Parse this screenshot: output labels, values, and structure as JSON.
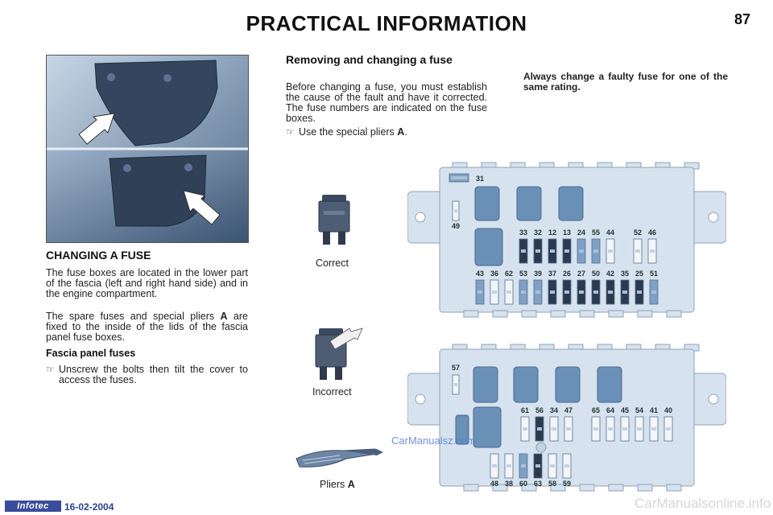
{
  "page": {
    "title": "PRACTICAL INFORMATION",
    "number": "87"
  },
  "changing": {
    "heading": "CHANGING A FUSE",
    "para1": "The fuse boxes are located in the lower part of the fascia (left and right hand side) and in the engine compartment.",
    "para2_main": "The spare fuses and special pliers ",
    "para2_bold": "A",
    "para2_end": " are fixed to the inside of the lids of the fascia panel fuse boxes.",
    "fascia_heading": "Fascia panel fuses",
    "bullet_symbol": "☞",
    "fascia_bullet": "Unscrew the bolts then tilt the cover to access the fuses."
  },
  "removing": {
    "heading": "Removing and changing a fuse",
    "para": "Before changing a fuse, you must establish the cause of the fault and have it corrected. The fuse numbers are indicated on the fuse boxes.",
    "bullet_main": "Use the special pliers ",
    "bullet_bold": "A",
    "bullet_end": "."
  },
  "warning": "Always change a faulty fuse for one of the same rating.",
  "captions": {
    "correct": "Correct",
    "incorrect": "Incorrect",
    "pliers": "Pliers ",
    "pliers_bold": "A"
  },
  "fusebox_upper": {
    "top_label": "31",
    "side_label": "49",
    "row1": [
      "33",
      "32",
      "12",
      "13",
      "24",
      "55",
      "44",
      "52",
      "46"
    ],
    "row2": [
      "43",
      "36",
      "62",
      "53",
      "39",
      "37",
      "26",
      "27",
      "50",
      "42",
      "35",
      "25",
      "51"
    ]
  },
  "fusebox_lower": {
    "side_label": "57",
    "row1": [
      "61",
      "56",
      "34",
      "47",
      "65",
      "64",
      "45",
      "54",
      "41",
      "40"
    ],
    "row2": [
      "48",
      "38",
      "60",
      "63",
      "58",
      "59"
    ]
  },
  "footer": {
    "logo": "Infotec",
    "date": "16-02-2004",
    "watermark": "CarManualsonline.info",
    "mid_watermark": "CarManualsz.com"
  },
  "colors": {
    "fusebox_fill": "#d6e2ee",
    "fusebox_stroke": "#8ea3b8",
    "relay_fill": "#6a90b8",
    "fuse_dark": "#2b3a4e",
    "fuse_blue": "#7ea0c4",
    "fuse_light": "#f2f6fa",
    "photo_bg": "#7f99b3",
    "logo_bg": "#3a4c9b"
  }
}
